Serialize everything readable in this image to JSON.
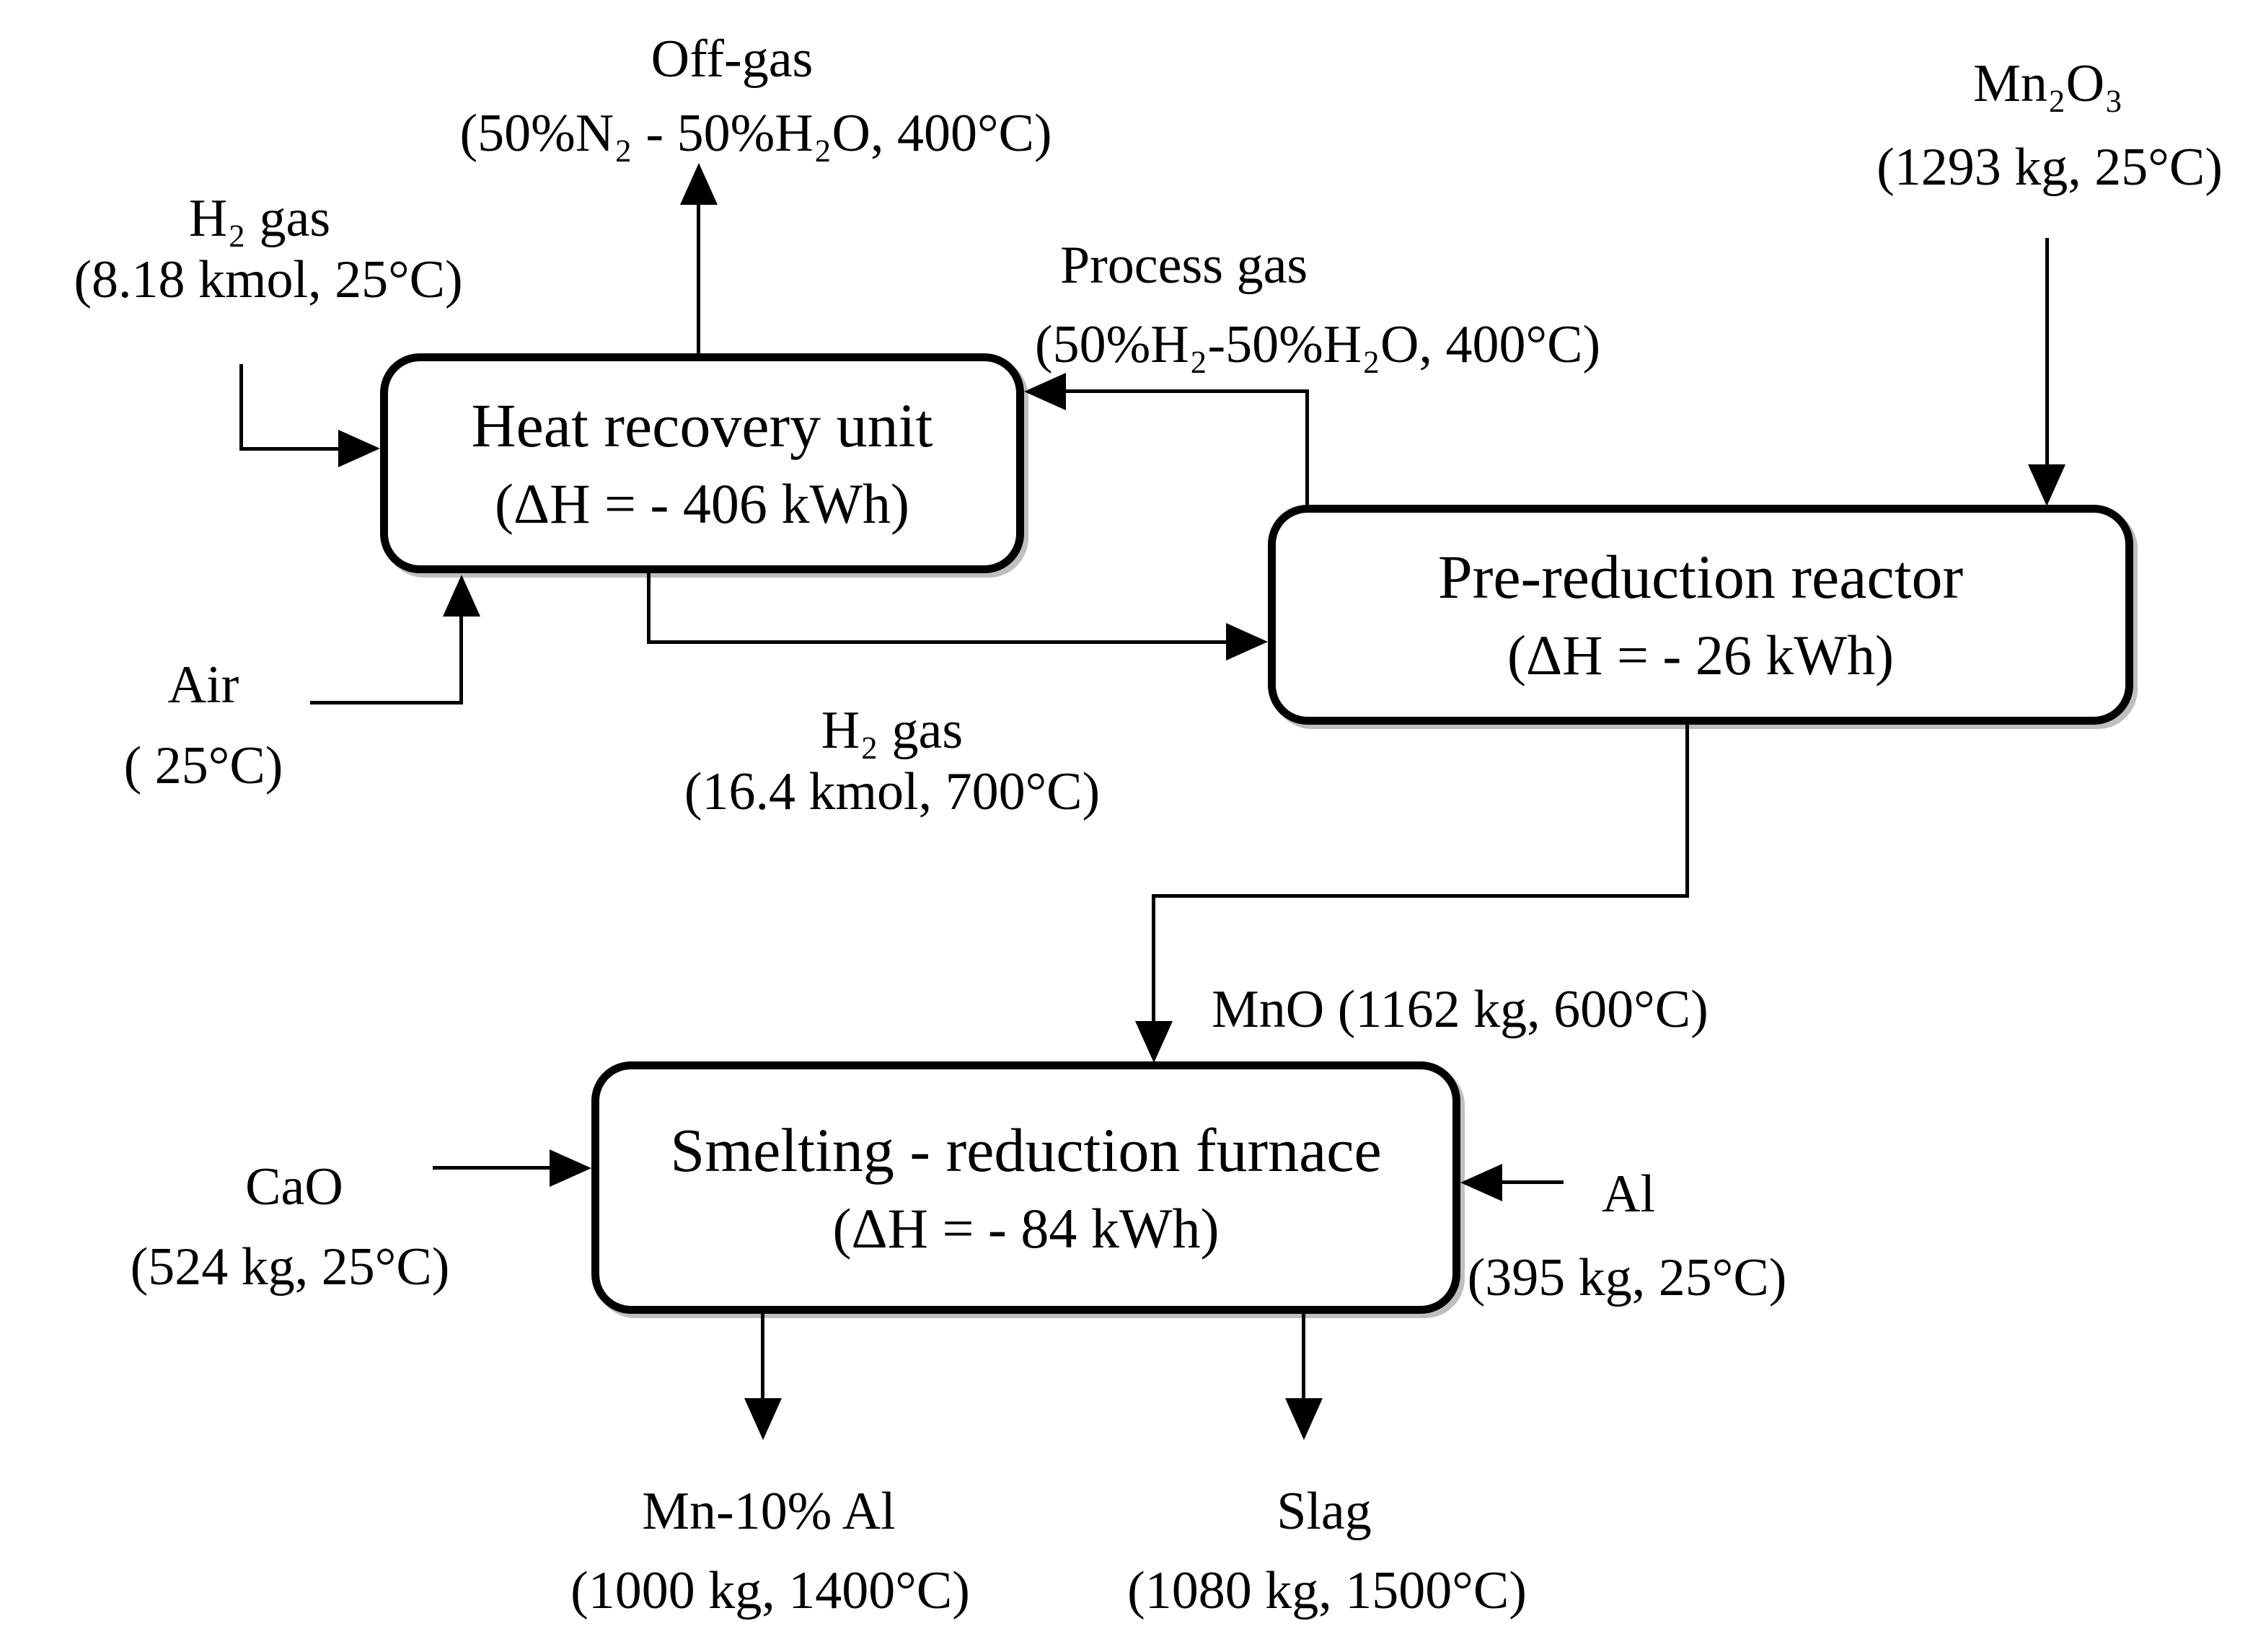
{
  "units": {
    "heat_recovery": {
      "title": "Heat recovery unit",
      "enthalpy": "(ΔH = - 406 kWh)"
    },
    "pre_reduction": {
      "title": "Pre-reduction reactor",
      "enthalpy": "(ΔH = - 26 kWh)"
    },
    "smelting": {
      "title": "Smelting - reduction furnace",
      "enthalpy": "(ΔH = - 84 kWh)"
    }
  },
  "streams": {
    "h2_feed": {
      "name": "H₂ gas",
      "detail": "(8.18 kmol, 25°C)"
    },
    "air": {
      "name": "Air",
      "detail": "( 25°C)"
    },
    "off_gas": {
      "name": "Off-gas",
      "detail": "(50%N₂ - 50%H₂O, 400°C)"
    },
    "process_gas": {
      "name": "Process gas",
      "detail": "(50%H₂-50%H₂O, 400°C)"
    },
    "mn2o3": {
      "name": "Mn₂O₃",
      "detail": "(1293 kg, 25°C)"
    },
    "h2_hot": {
      "name": "H₂ gas",
      "detail": "(16.4 kmol, 700°C)"
    },
    "mno": {
      "name": "MnO (1162 kg, 600°C)"
    },
    "cao": {
      "name": "CaO",
      "detail": "(524 kg, 25°C)"
    },
    "al": {
      "name": "Al",
      "detail": "(395 kg, 25°C)"
    },
    "mn_al": {
      "name": "Mn-10% Al",
      "detail": "(1000 kg, 1400°C)"
    },
    "slag": {
      "name": "Slag",
      "detail": "(1080 kg, 1500°C)"
    }
  },
  "colors": {
    "line": "#000000",
    "background": "#ffffff",
    "box_fill": "#ffffff"
  }
}
